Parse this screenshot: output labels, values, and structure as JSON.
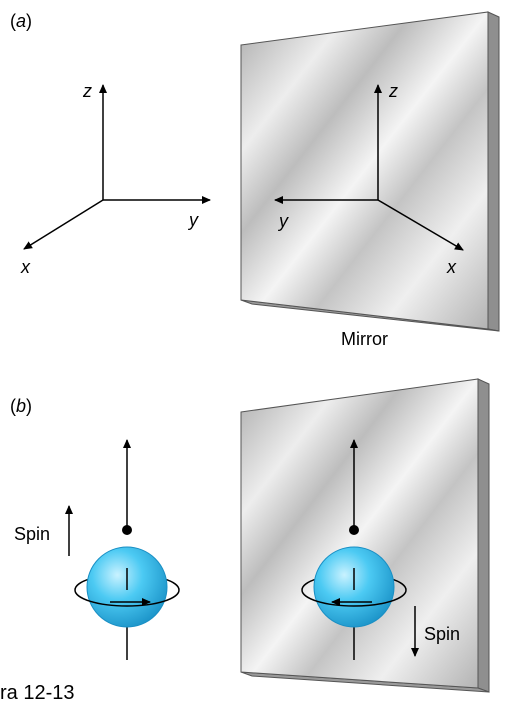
{
  "panel_a": {
    "label_open": "(",
    "label_letter": "a",
    "label_close": ")",
    "axes_left": {
      "z": "z",
      "y": "y",
      "x": "x"
    },
    "axes_mirror": {
      "z": "z",
      "y": "y",
      "x": "x"
    },
    "mirror_label": "Mirror"
  },
  "panel_b": {
    "label_open": "(",
    "label_letter": "b",
    "label_close": ")",
    "spin_left": "Spin",
    "spin_right": "Spin"
  },
  "caption": "ra 12-13",
  "colors": {
    "mirror_light": "#f2f2f2",
    "mirror_mid": "#c9c9c9",
    "mirror_edge": "#8a8a8a",
    "sphere_light": "#bfeeff",
    "sphere_main": "#3fc0ef",
    "sphere_dark": "#1a8fc4"
  }
}
